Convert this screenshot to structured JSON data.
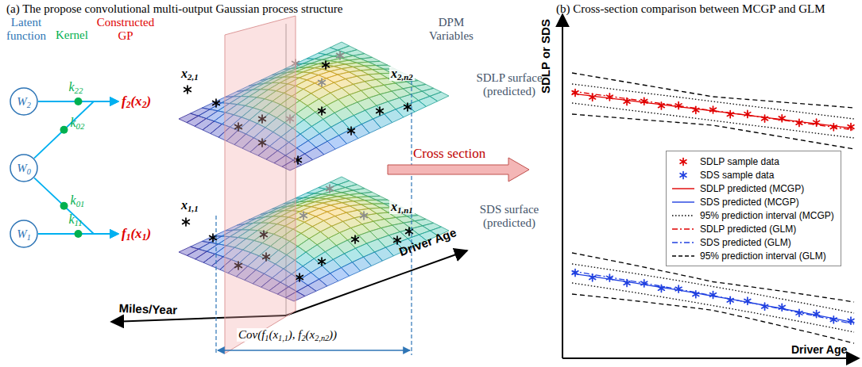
{
  "diagram": {
    "nodes": [
      {
        "text": [
          "W2"
        ]
      },
      {
        "text": [
          "W0"
        ]
      },
      {
        "text": [
          "W1"
        ]
      },
      {
        "text": [
          "f2(x2)"
        ]
      },
      {
        "text": [
          "f1(x1)"
        ]
      }
    ],
    "edges": [
      {
        "from": 0,
        "to": 3,
        "label": "k22",
        "arrow": "to"
      },
      {
        "from": 1,
        "to": 3,
        "label": "k02",
        "arrow": "to"
      },
      {
        "from": 1,
        "to": 4,
        "label": "k01",
        "arrow": "to"
      },
      {
        "from": 2,
        "to": 4,
        "label": "k11",
        "arrow": "to"
      }
    ],
    "labels": [
      "(a) The propose convolutional multi-output Gaussian process structure",
      "(b) Cross-section comparison between MCGP and GLM",
      "Latent function",
      "Kernel",
      "Constructed GP",
      "DPM Variables",
      "SDLP surface (predicted)",
      "SDS surface (predicted)",
      "x2,1",
      "x2,n2",
      "x1,1",
      "x1,n1",
      "Miles/Year",
      "Driver Age",
      "Cov(f1(x1,1), f2(x2,n2))",
      "Cross section",
      "SDLP or SDS",
      "Driver Age"
    ],
    "legend": [
      {
        "text": "SDLP sample data"
      },
      {
        "text": "SDS sample data"
      },
      {
        "text": "SDLP predicted (MCGP)"
      },
      {
        "text": "SDS predicted (MCGP)"
      },
      {
        "text": "95% prediction interval (MCGP)"
      },
      {
        "text": "SDLP predicted (GLM)"
      },
      {
        "text": "SDS predicted (GLM)"
      },
      {
        "text": "95% prediction interval (GLM)"
      }
    ]
  }
}
